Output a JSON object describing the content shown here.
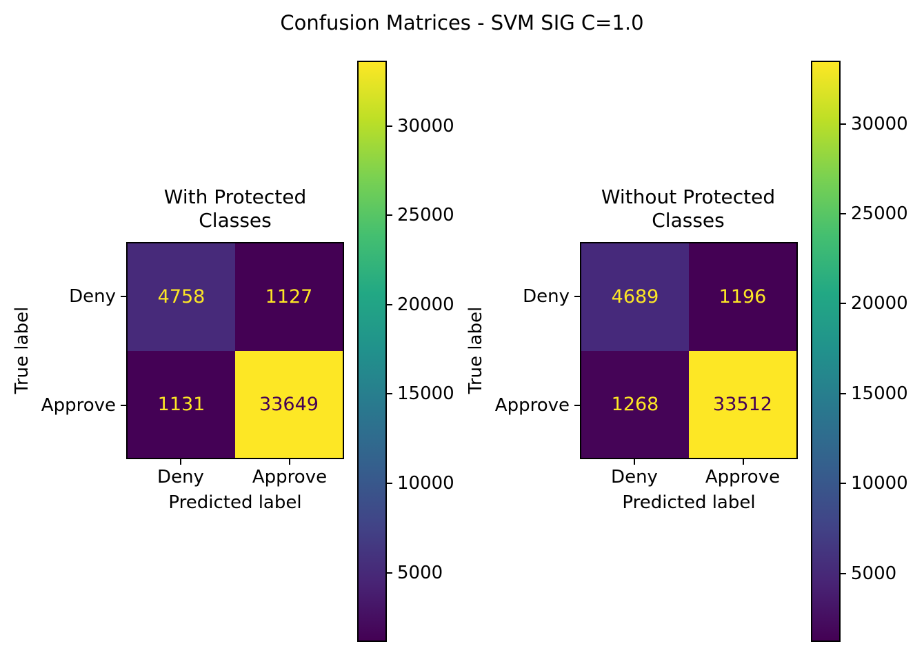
{
  "figure": {
    "title": "Confusion Matrices - SVM SIG C=1.0",
    "background_color": "#ffffff",
    "text_color": "#000000"
  },
  "colormap": {
    "name": "viridis",
    "min_color": "#440154",
    "max_color": "#fde725",
    "stops": [
      "#440154",
      "#482475",
      "#414487",
      "#355f8d",
      "#2a788e",
      "#21918c",
      "#22a884",
      "#44bf70",
      "#7ad151",
      "#bddf26",
      "#fde725"
    ]
  },
  "chart_data": [
    {
      "type": "heatmap",
      "panel": "left",
      "title": "With Protected Classes",
      "title_lines": [
        "With Protected",
        "Classes"
      ],
      "xlabel": "Predicted label",
      "ylabel": "True label",
      "x_tick_labels": [
        "Deny",
        "Approve"
      ],
      "y_tick_labels": [
        "Deny",
        "Approve"
      ],
      "rows": [
        [
          4758,
          1127
        ],
        [
          1131,
          33649
        ]
      ],
      "cell_colors": [
        [
          "#472a7a",
          "#440154"
        ],
        [
          "#440155",
          "#fde725"
        ]
      ],
      "cell_text_colors": [
        [
          "#fde725",
          "#fde725"
        ],
        [
          "#fde725",
          "#440154"
        ]
      ],
      "colorbar": {
        "vmin": 1127,
        "vmax": 33649,
        "ticks": [
          5000,
          10000,
          15000,
          20000,
          25000,
          30000
        ]
      }
    },
    {
      "type": "heatmap",
      "panel": "right",
      "title": "Without Protected Classes",
      "title_lines": [
        "Without Protected",
        "Classes"
      ],
      "xlabel": "Predicted label",
      "ylabel": "True label",
      "x_tick_labels": [
        "Deny",
        "Approve"
      ],
      "y_tick_labels": [
        "Deny",
        "Approve"
      ],
      "rows": [
        [
          4689,
          1196
        ],
        [
          1268,
          33512
        ]
      ],
      "cell_colors": [
        [
          "#46297b",
          "#440154"
        ],
        [
          "#450457",
          "#fde725"
        ]
      ],
      "cell_text_colors": [
        [
          "#fde725",
          "#fde725"
        ],
        [
          "#fde725",
          "#440154"
        ]
      ],
      "colorbar": {
        "vmin": 1196,
        "vmax": 33512,
        "ticks": [
          5000,
          10000,
          15000,
          20000,
          25000,
          30000
        ]
      }
    }
  ]
}
